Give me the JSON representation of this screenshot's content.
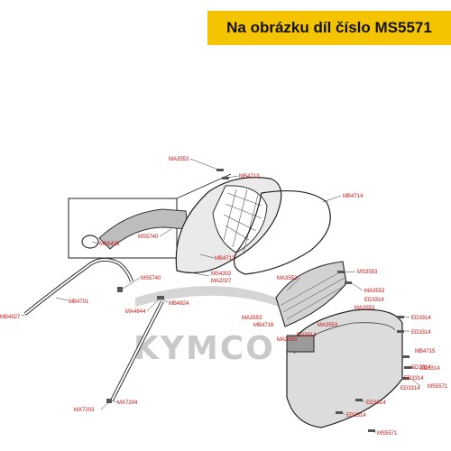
{
  "header": {
    "title": "Na obrázku díl číslo MS5571"
  },
  "watermark": {
    "brand": "KYMCO"
  },
  "colors": {
    "banner": "#f5c400",
    "label": "#cc1111",
    "watermark": "#c9c9c9"
  },
  "labels": {
    "MA3553": "MA3553",
    "MB4713": "MB4713",
    "MB4714": "MB4714",
    "MS5433": "MS5433",
    "MS5740a": "MS5740",
    "MS5740b": "MS5740",
    "MB4712": "MB4712",
    "MS4302": "MS4302",
    "MA2027": "MA2027",
    "MA3553b": "MA3553",
    "MS3553a": "MS3553",
    "MA3553c": "MA3553",
    "MB4701": "MB4701",
    "MB4927": "MB4927",
    "MA4644": "MA4644",
    "MB4924": "MB4924",
    "ED3314a": "ED3314",
    "MA3553d": "MA3553",
    "MA3553e": "MA3553",
    "ED3314b": "ED3314",
    "MB4716": "MB4716",
    "MA3553f": "MA3553",
    "ED3314c": "ED3314",
    "MA3553g": "MA3553",
    "ED3314d": "ED3314",
    "ED3314e": "ED3314",
    "MB4715": "MB4715",
    "ED3314f": "ED3314",
    "ED3314g": "ED3314",
    "ED3314h": "ED3314",
    "MS5571a": "MS5571",
    "ED3314i": "ED3314",
    "MX7204": "MX7204",
    "MX7203": "MX7203",
    "ED3314j": "ED3314",
    "MS5571b": "MS5571"
  }
}
